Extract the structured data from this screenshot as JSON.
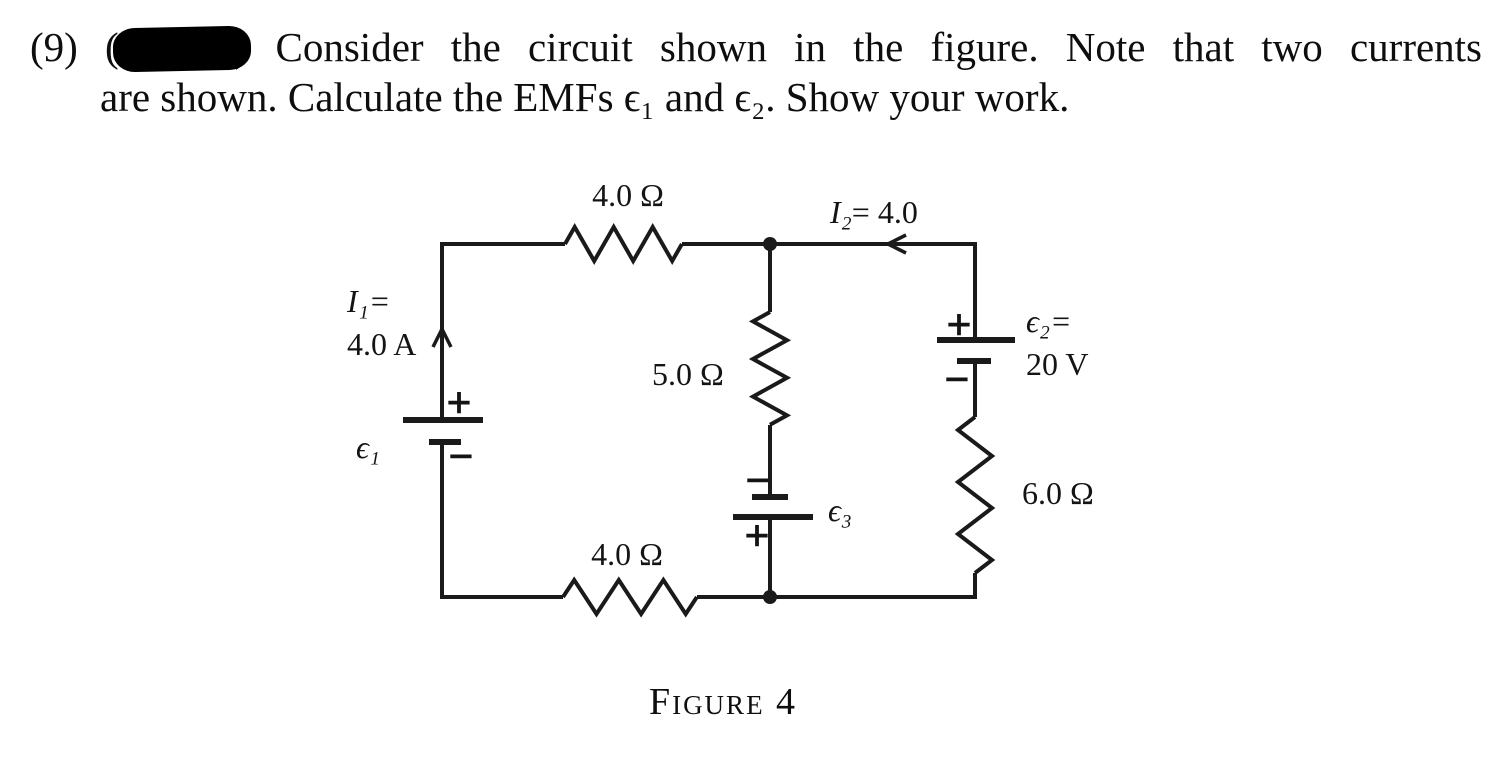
{
  "problem": {
    "number": "(9)",
    "redacted_open": "(",
    "redacted_close": ")",
    "line1": "Consider the circuit shown in the figure.  Note that two currents",
    "line2": "are shown. Calculate the EMFs ϵ₁ and ϵ₂. Show your work."
  },
  "circuit": {
    "top_resistor": "4.0 Ω",
    "middle_resistor": "5.0 Ω",
    "right_resistor": "6.0 Ω",
    "bottom_resistor": "4.0 Ω",
    "current_1": {
      "symbol": "I₁=",
      "value": "4.0 A"
    },
    "current_2": {
      "symbol": "I₂",
      "value": "= 4.0"
    },
    "emf_1": {
      "name": "ϵ₁",
      "plus": "+",
      "minus": "−"
    },
    "emf_2": {
      "name": "ϵ₂=",
      "value": "20 V",
      "plus": "+",
      "minus": "−"
    },
    "emf_3": {
      "name": "ϵ₃",
      "plus": "+",
      "minus": "−"
    }
  },
  "caption": "Figure 4"
}
